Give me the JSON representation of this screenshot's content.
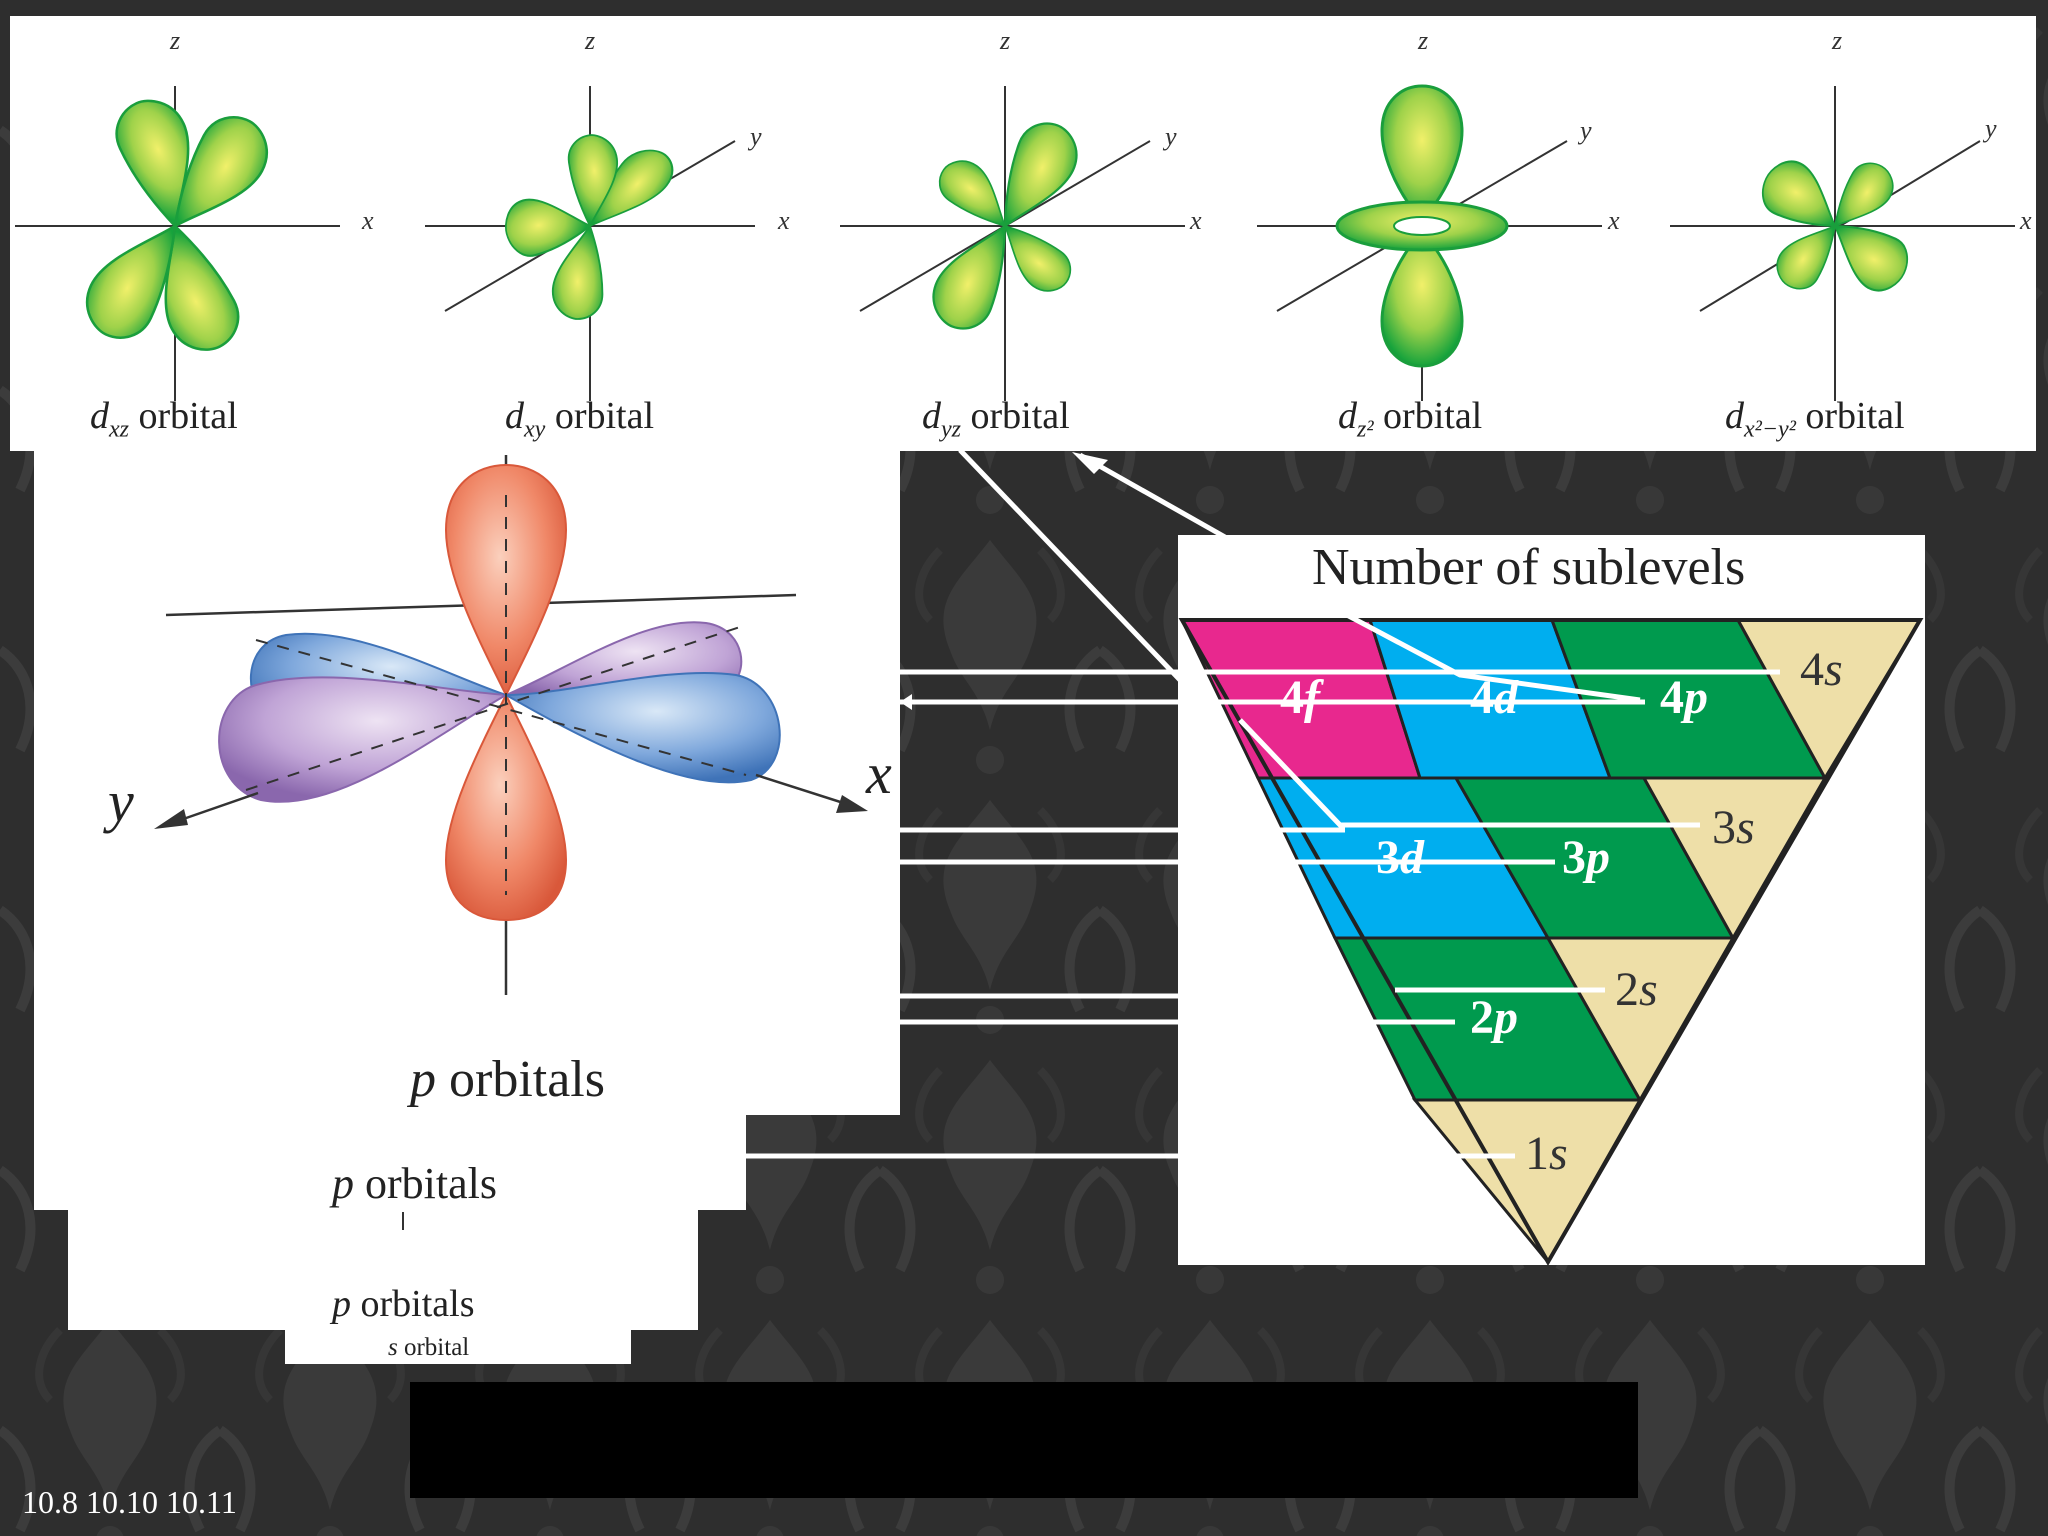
{
  "d_orbitals": {
    "axis_labels": {
      "z": "z",
      "x": "x",
      "y": "y"
    },
    "captions": [
      {
        "main": "d",
        "sub": "xz",
        "word": "orbital"
      },
      {
        "main": "d",
        "sub": "xy",
        "word": "orbital"
      },
      {
        "main": "d",
        "sub": "yz",
        "word": "orbital"
      },
      {
        "main": "d",
        "sub": "z²",
        "word": "orbital"
      },
      {
        "main": "d",
        "sub": "x²−y²",
        "word": "orbital"
      }
    ]
  },
  "p_panel": {
    "axis_y": "y",
    "axis_x": "x",
    "caption_main": "p",
    "caption_word": "orbitals",
    "stack_labels": [
      {
        "main": "p",
        "word": "orbitals"
      },
      {
        "main": "p",
        "word": "orbitals"
      }
    ],
    "s_label": {
      "main": "s",
      "word": "orbital"
    }
  },
  "sublevels": {
    "title": "Number of sublevels",
    "rows": [
      [
        "4f",
        "4d",
        "4p",
        "4s"
      ],
      [
        "3d",
        "3p",
        "3s"
      ],
      [
        "2p",
        "2s"
      ],
      [
        "1s"
      ]
    ],
    "colors": {
      "f": "#e8288e",
      "d": "#00aeef",
      "p": "#009a4e",
      "s": "#eedfa8"
    }
  },
  "footer": {
    "refs": "10.8  10.10 10.11"
  }
}
